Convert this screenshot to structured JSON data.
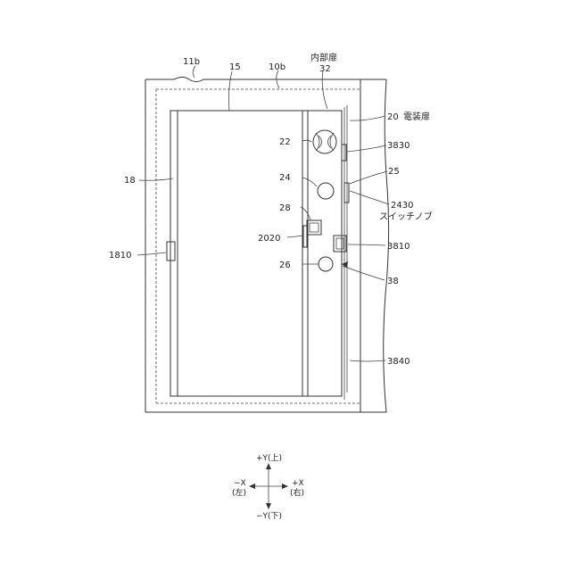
{
  "labels": {
    "l_11b": "11b",
    "l_10b": "10b",
    "l_15": "15",
    "l_inner_door": "内部扉",
    "l_32": "32",
    "l_20": "20",
    "l_electrical_door": "電装扉",
    "l_22": "22",
    "l_3830": "3830",
    "l_25": "25",
    "l_18": "18",
    "l_24": "24",
    "l_2430": "2430",
    "l_switch_knob": "スイッチノブ",
    "l_28": "28",
    "l_2020": "2020",
    "l_3810": "3810",
    "l_1810": "1810",
    "l_26": "26",
    "l_38": "38",
    "l_3840": "3840"
  },
  "axes": {
    "plus_y": "+Y(上)",
    "minus_y": "−Y(下)",
    "minus_x": "−X",
    "minus_x_sub": "(左)",
    "plus_x": "+X",
    "plus_x_sub": "(右)"
  }
}
